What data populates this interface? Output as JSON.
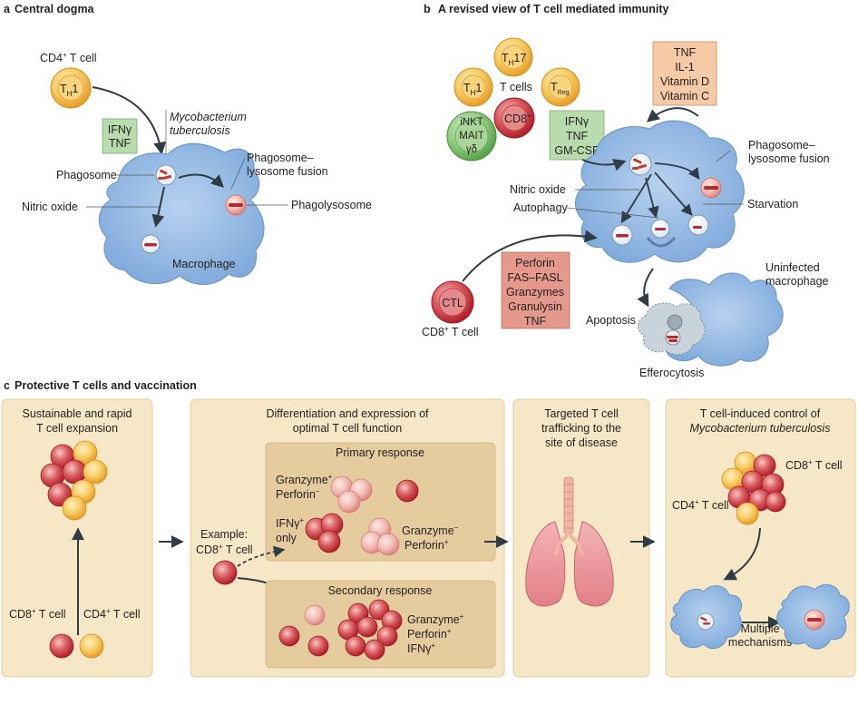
{
  "panel_a": {
    "letter": "a",
    "title": "Central dogma",
    "cd4_label": "CD4",
    "cd4_sup": "+",
    "cd4_suffix": " T cell",
    "th1_T": "T",
    "th1_sub": "H",
    "th1_num": "1",
    "cytokines": [
      "IFNγ",
      "TNF"
    ],
    "myco_line1": "Mycobacterium",
    "myco_line2": "tuberculosis",
    "fusion_line1": "Phagosome–",
    "fusion_line2": "lysosome fusion",
    "phagosome": "Phagosome",
    "nitric_oxide": "Nitric oxide",
    "phagolysosome": "Phagolysosome",
    "macrophage": "Macrophage"
  },
  "panel_b": {
    "letter": "b",
    "title": "A revised view of T cell mediated immunity",
    "th17_num": "17",
    "th1_num": "1",
    "treg_T": "T",
    "treg_sub": "Reg",
    "t_sym": "T",
    "h_sub": "H",
    "tcells": "T cells",
    "inkt": [
      "iNKT",
      "MAIT",
      "γδ"
    ],
    "cd8_circle": "CD8",
    "cd8_sup": "+",
    "box_orange": [
      "TNF",
      "IL-1",
      "Vitamin D",
      "Vitamin C"
    ],
    "box_green": [
      "IFNγ",
      "TNF",
      "GM-CSF"
    ],
    "fusion_line1": "Phagosome–",
    "fusion_line2": "lysosome fusion",
    "nitric_oxide": "Nitric oxide",
    "autophagy": "Autophagy",
    "starvation": "Starvation",
    "box_red": [
      "Perforin",
      "FAS–FASL",
      "Granzymes",
      "Granulysin",
      "TNF"
    ],
    "ctl": "CTL",
    "cd8_label": "CD8",
    "cd8_label_sup": "+",
    "cd8_label_suffix": " T cell",
    "uninfected_line1": "Uninfected",
    "uninfected_line2": "macrophage",
    "apoptosis": "Apoptosis",
    "efferocytosis": "Efferocytosis"
  },
  "panel_c": {
    "letter": "c",
    "title": "Protective T cells and vaccination",
    "box1_line1": "Sustainable and rapid",
    "box1_line2": "T cell expansion",
    "box1_cd8": "CD8",
    "box1_cd8_sup": "+",
    "box1_cd8_suffix": " T cell",
    "box1_cd4": "CD4",
    "box1_cd4_sup": "+",
    "box1_cd4_suffix": " T cell",
    "box2_line1": "Differentiation and expression of",
    "box2_line2": "optimal T cell function",
    "primary": "Primary response",
    "gzm_pos": "Granzyme",
    "gzm_pos_sup": "+",
    "perf_neg": "Perforin",
    "perf_neg_sup": "−",
    "ifn_only": "IFNγ",
    "ifn_only_sup": "+",
    "only": "only",
    "gzm_neg": "Granzyme",
    "gzm_neg_sup": "−",
    "perf_pos": "Perforin",
    "perf_pos_sup": "+",
    "example": "Example:",
    "example_cd8": "CD8",
    "example_cd8_sup": "+",
    "example_suffix": " T cell",
    "secondary": "Secondary response",
    "sec_gzm": "Granzyme",
    "sec_gzm_sup": "+",
    "sec_perf": "Perforin",
    "sec_perf_sup": "+",
    "sec_ifn": "IFNγ",
    "sec_ifn_sup": "+",
    "box3": [
      "Targeted T cell",
      "trafficking to the",
      "site of disease"
    ],
    "box4_line1": "T cell-induced control of",
    "box4_line2": "Mycobacterium tuberculosis",
    "box4_cd8": "CD8",
    "box4_cd8_sup": "+",
    "box4_cd8_suffix": " T cell",
    "box4_cd4": "CD4",
    "box4_cd4_sup": "+",
    "box4_cd4_suffix": " T cell",
    "multiple": "Multiple",
    "mechanisms": "mechanisms"
  },
  "colors": {
    "macrophage": "#8fb8e4",
    "panel_bg": "#f6e7c6",
    "inner_bg": "#e5cc9f",
    "green_box": "#b9dcae",
    "orange_box": "#f6caa6",
    "red_box": "#e5998d",
    "red_cell": "#c8323a",
    "orange_cell": "#f5b435"
  }
}
